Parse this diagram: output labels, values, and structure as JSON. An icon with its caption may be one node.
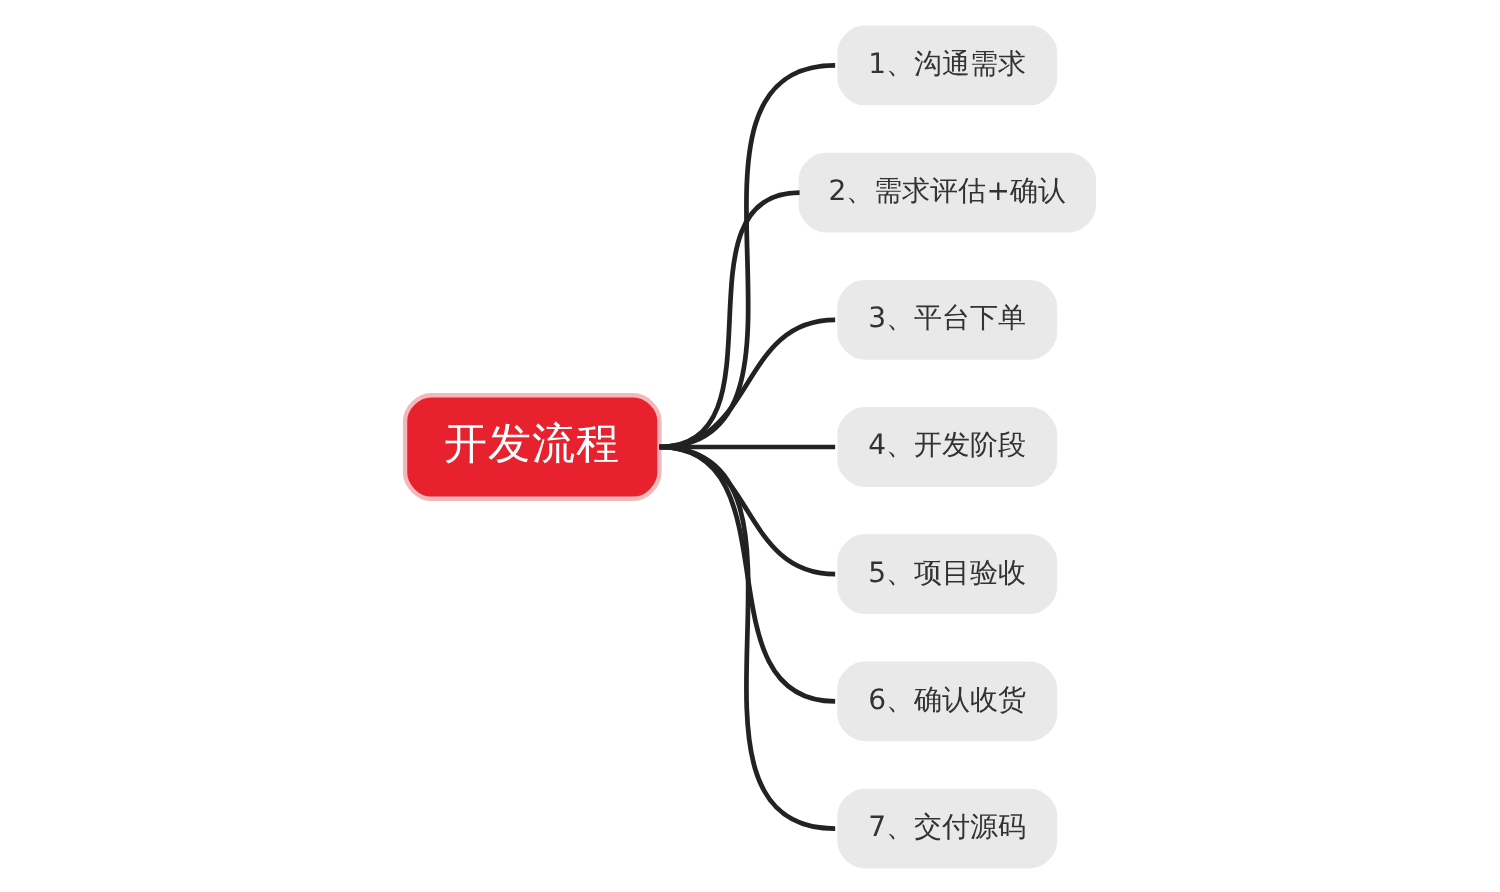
{
  "diagram": {
    "nodes": [
      {
        "text": [
          "开发流程"
        ]
      },
      {
        "text": [
          "1、沟通需求"
        ]
      },
      {
        "text": [
          "2、需求评估+确认"
        ]
      },
      {
        "text": [
          "3、平台下单"
        ]
      },
      {
        "text": [
          "4、开发阶段"
        ]
      },
      {
        "text": [
          "5、项目验收"
        ]
      },
      {
        "text": [
          "6、确认收货"
        ]
      },
      {
        "text": [
          "7、交付源码"
        ]
      }
    ],
    "edges": [
      {
        "from": 0,
        "to": 1,
        "arrow": "none"
      },
      {
        "from": 0,
        "to": 2,
        "arrow": "none"
      },
      {
        "from": 0,
        "to": 3,
        "arrow": "none"
      },
      {
        "from": 0,
        "to": 4,
        "arrow": "none"
      },
      {
        "from": 0,
        "to": 5,
        "arrow": "none"
      },
      {
        "from": 0,
        "to": 6,
        "arrow": "none"
      },
      {
        "from": 0,
        "to": 7,
        "arrow": "none"
      }
    ]
  }
}
